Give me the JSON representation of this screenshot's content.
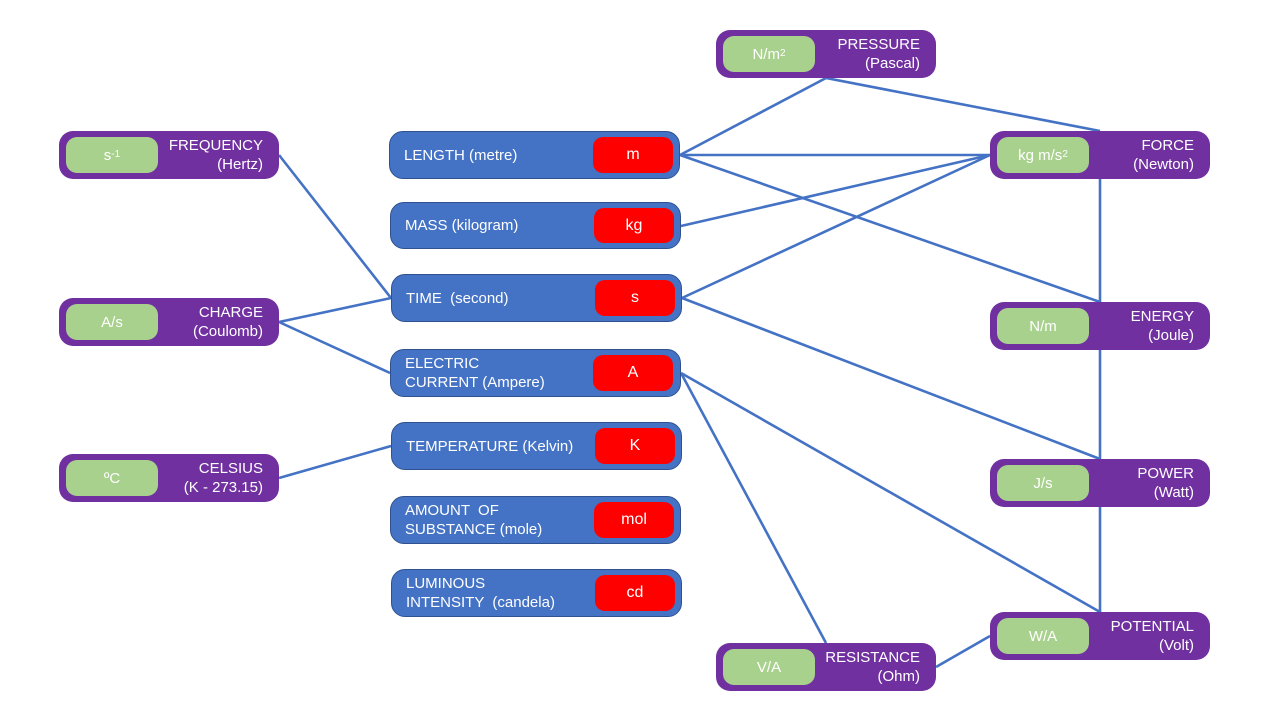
{
  "base_units": [
    {
      "id": "length",
      "name_lines": [
        "LENGTH (metre)"
      ],
      "symbol": "m"
    },
    {
      "id": "mass",
      "name_lines": [
        "MASS (kilogram)"
      ],
      "symbol": "kg"
    },
    {
      "id": "time",
      "name_lines": [
        "TIME  (second)"
      ],
      "symbol": "s"
    },
    {
      "id": "current",
      "name_lines": [
        "ELECTRIC",
        "CURRENT (Ampere)"
      ],
      "symbol": "A"
    },
    {
      "id": "temperature",
      "name_lines": [
        "TEMPERATURE (Kelvin)"
      ],
      "symbol": "K"
    },
    {
      "id": "amount",
      "name_lines": [
        "AMOUNT  OF",
        "SUBSTANCE (mole)"
      ],
      "symbol": "mol"
    },
    {
      "id": "luminous",
      "name_lines": [
        "LUMINOUS",
        "INTENSITY  (candela)"
      ],
      "symbol": "cd"
    }
  ],
  "derived_units": [
    {
      "id": "frequency",
      "quantity": "FREQUENCY",
      "unit_name": "(Hertz)",
      "unit_base": "s",
      "unit_sup": "-1",
      "unit_tail": ""
    },
    {
      "id": "charge",
      "quantity": "CHARGE",
      "unit_name": "(Coulomb)",
      "unit_base": "A/s",
      "unit_sup": "",
      "unit_tail": ""
    },
    {
      "id": "celsius",
      "quantity": "CELSIUS",
      "unit_name": "(K - 273.15)",
      "unit_base": "ºC",
      "unit_sup": "",
      "unit_tail": ""
    },
    {
      "id": "pressure",
      "quantity": "PRESSURE",
      "unit_name": "(Pascal)",
      "unit_base": "N/m",
      "unit_sup": "2",
      "unit_tail": ""
    },
    {
      "id": "force",
      "quantity": "FORCE",
      "unit_name": "(Newton)",
      "unit_base": "kg m/s",
      "unit_sup": "2",
      "unit_tail": ""
    },
    {
      "id": "energy",
      "quantity": "ENERGY",
      "unit_name": "(Joule)",
      "unit_base": "N/m",
      "unit_sup": "",
      "unit_tail": ""
    },
    {
      "id": "power",
      "quantity": "POWER",
      "unit_name": "(Watt)",
      "unit_base": "J/s",
      "unit_sup": "",
      "unit_tail": ""
    },
    {
      "id": "potential",
      "quantity": "POTENTIAL",
      "unit_name": "(Volt)",
      "unit_base": "W/A",
      "unit_sup": "",
      "unit_tail": ""
    },
    {
      "id": "resistance",
      "quantity": "RESISTANCE",
      "unit_name": "(Ohm)",
      "unit_base": "V/A",
      "unit_sup": "",
      "unit_tail": ""
    }
  ],
  "connections": [
    [
      "frequency",
      "time"
    ],
    [
      "charge",
      "time"
    ],
    [
      "charge",
      "current"
    ],
    [
      "celsius",
      "temperature"
    ],
    [
      "length",
      "pressure"
    ],
    [
      "length",
      "force"
    ],
    [
      "length",
      "energy"
    ],
    [
      "mass",
      "force"
    ],
    [
      "time",
      "force"
    ],
    [
      "time",
      "power"
    ],
    [
      "current",
      "potential"
    ],
    [
      "current",
      "resistance"
    ],
    [
      "pressure",
      "force"
    ],
    [
      "force",
      "energy"
    ],
    [
      "energy",
      "power"
    ],
    [
      "power",
      "potential"
    ],
    [
      "potential",
      "resistance"
    ]
  ],
  "colors": {
    "base_fill": "#4472C4",
    "base_symbol": "#FF0000",
    "derived_fill": "#7030A0",
    "derived_unit": "#A9D18E",
    "connector": "#4472C4"
  }
}
